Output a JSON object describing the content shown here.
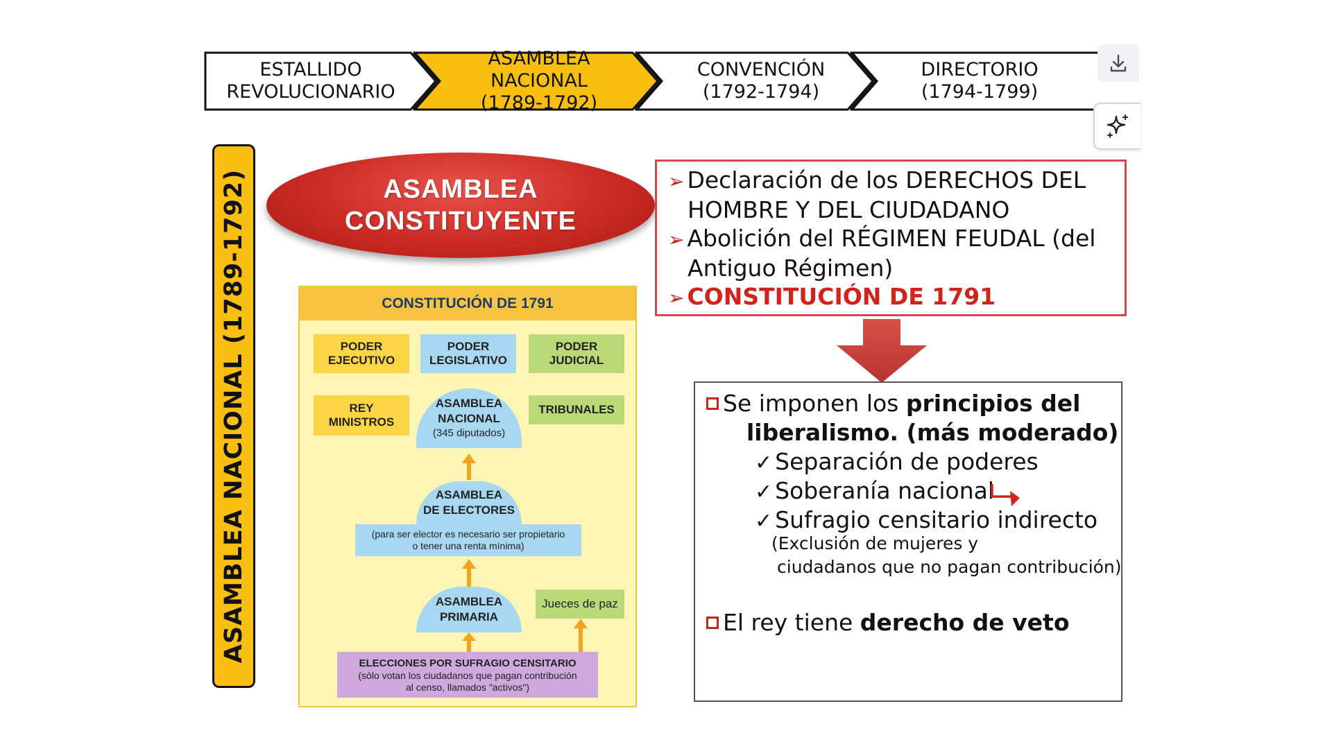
{
  "timeline": [
    {
      "line1": "ESTALLIDO",
      "line2": "REVOLUCIONARIO",
      "active": false
    },
    {
      "line1": "ASAMBLEA NACIONAL",
      "line2": "(1789-1792)",
      "active": true
    },
    {
      "line1": "CONVENCIÓN",
      "line2": "(1792-1794)",
      "active": false
    },
    {
      "line1": "DIRECTORIO",
      "line2": "(1794-1799)",
      "active": false
    }
  ],
  "colors": {
    "active": "#f9bf10",
    "inactive": "#ffffff",
    "accent_red": "#c8231c"
  },
  "toolbar": {
    "download_icon": "download-icon",
    "sparkle_icon": "sparkle-icon"
  },
  "banner": "ASAMBLEA NACIONAL (1789-1792)",
  "ellipse": {
    "line1": "ASAMBLEA",
    "line2": "CONSTITUYENTE"
  },
  "constitution": {
    "title": "CONSTITUCIÓN DE 1791",
    "poder_ejecutivo": [
      "PODER",
      "EJECUTIVO"
    ],
    "poder_legislativo": [
      "PODER",
      "LEGISLATIVO"
    ],
    "poder_judicial": [
      "PODER",
      "JUDICIAL"
    ],
    "rey_ministros": [
      "REY",
      "MINISTROS"
    ],
    "asamblea_nacional": [
      "ASAMBLEA",
      "NACIONAL",
      "(345 diputados)"
    ],
    "tribunales": "TRIBUNALES",
    "asamblea_electores": [
      "ASAMBLEA",
      "DE ELECTORES"
    ],
    "electores_note": [
      "(para ser elector es necesario ser propietario",
      "o tener una renta mínima)"
    ],
    "asamblea_primaria": [
      "ASAMBLEA",
      "PRIMARIA"
    ],
    "jueces": "Jueces de paz",
    "elecciones": [
      "ELECCIONES POR SUFRAGIO CENSITARIO",
      "(sólo votan los ciudadanos que pagan contribución",
      "al censo, llamados \"activos\")"
    ]
  },
  "facts": {
    "item1_line1": "Declaración de los DERECHOS DEL",
    "item1_line2": "HOMBRE Y DEL CIUDADANO",
    "item2_line1": "Abolición del RÉGIMEN FEUDAL (del",
    "item2_line2": "Antiguo Régimen)",
    "item3": "CONSTITUCIÓN DE 1791"
  },
  "liberalism": {
    "intro_plain": "Se imponen los ",
    "intro_bold": "principios del",
    "line2_bold": "liberalismo. (más moderado)",
    "check1": "Separación de poderes",
    "check2": "Soberanía nacional",
    "check3": "Sufragio censitario indirecto",
    "note1": "(Exclusión de mujeres y",
    "note2": "ciudadanos que no pagan contribución)",
    "veto_plain": "El rey tiene ",
    "veto_bold": "derecho de veto"
  }
}
